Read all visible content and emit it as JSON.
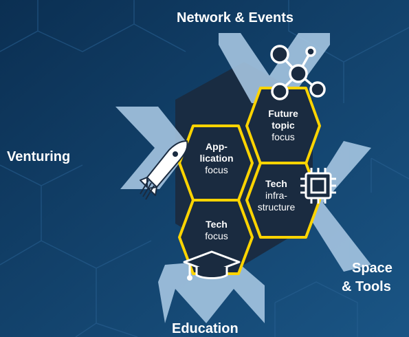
{
  "colors": {
    "background_dark": "#0b2f52",
    "background_light": "#1a5585",
    "cross_arm": "#a9c8e4",
    "core_hex": "#1a2b40",
    "hex_outline": "#ffd400",
    "text": "#ffffff"
  },
  "outer_labels": {
    "network": "Network & Events",
    "venturing": "Venturing",
    "space_line1": "Space",
    "space_line2": "& Tools",
    "education": "Education"
  },
  "hexagons": {
    "future": {
      "line1": "Future",
      "line2": "topic",
      "line3": "focus"
    },
    "application": {
      "line1": "App-",
      "line2": "lication",
      "line3": "focus"
    },
    "tech_infra": {
      "line1": "Tech",
      "line2": "infra-",
      "line3": "structure"
    },
    "tech": {
      "line1": "Tech",
      "line2": "focus"
    }
  },
  "icons": {
    "network": "network-nodes-icon",
    "venturing": "rocket-icon",
    "space": "chip-icon",
    "education": "graduation-cap-icon"
  }
}
